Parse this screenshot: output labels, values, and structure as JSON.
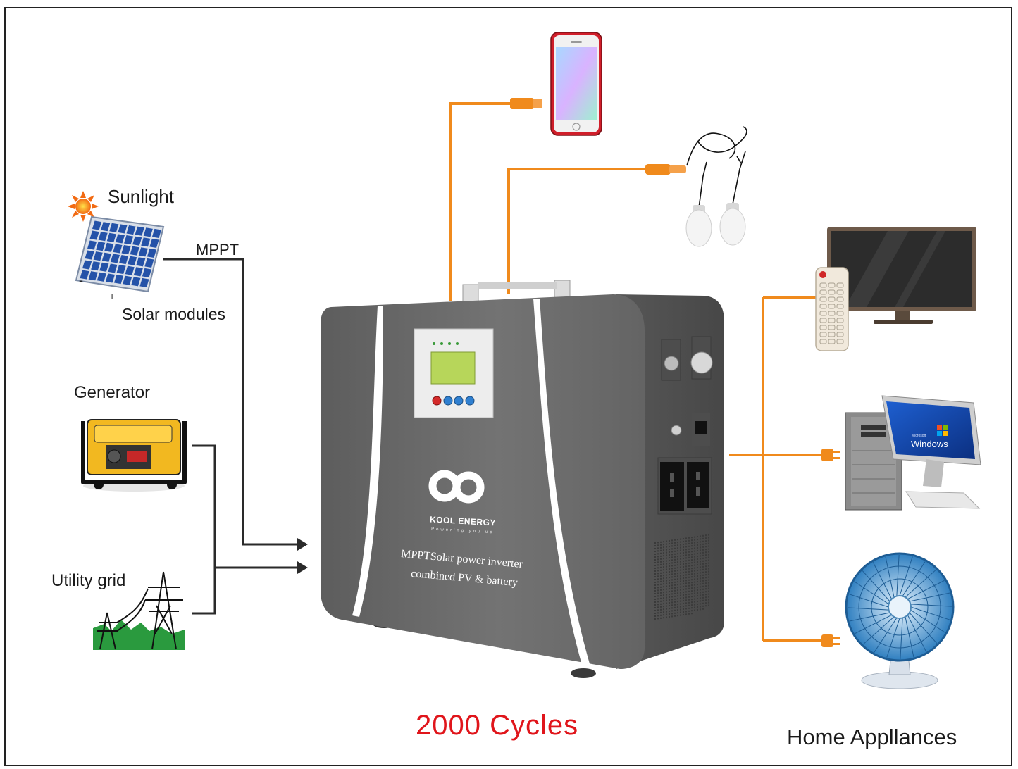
{
  "labels": {
    "sunlight": "Sunlight",
    "mppt": "MPPT",
    "solar_modules": "Solar modules",
    "generator": "Generator",
    "utility_grid": "Utility grid",
    "cycles": "2000 Cycles",
    "home_appliances": "Home Appllances"
  },
  "panel_signs": {
    "minus": "-",
    "plus": "+"
  },
  "device": {
    "brand": "KOOL ENERGY",
    "tagline": "Powering you up",
    "product_line1": "MPPTSolar power inverter",
    "product_line2": "combined PV & battery"
  },
  "computer": {
    "screen_brand": "Microsoft",
    "screen_text": "Windows"
  },
  "colors": {
    "output_line": "#f08a1c",
    "input_line": "#2a2a2a",
    "device_body": "#6b6b6b",
    "lcd": "#b7d65a",
    "cycles_text": "#e0151b",
    "frame": "#222222"
  },
  "icons": [
    "sun-icon",
    "solar-panel-icon",
    "generator-icon",
    "power-tower-icon",
    "smartphone-icon",
    "led-bulb-icon",
    "tv-icon",
    "remote-icon",
    "desktop-computer-icon",
    "fan-icon",
    "plug-icon",
    "arrow-right-icon",
    "infinity-logo-icon"
  ]
}
